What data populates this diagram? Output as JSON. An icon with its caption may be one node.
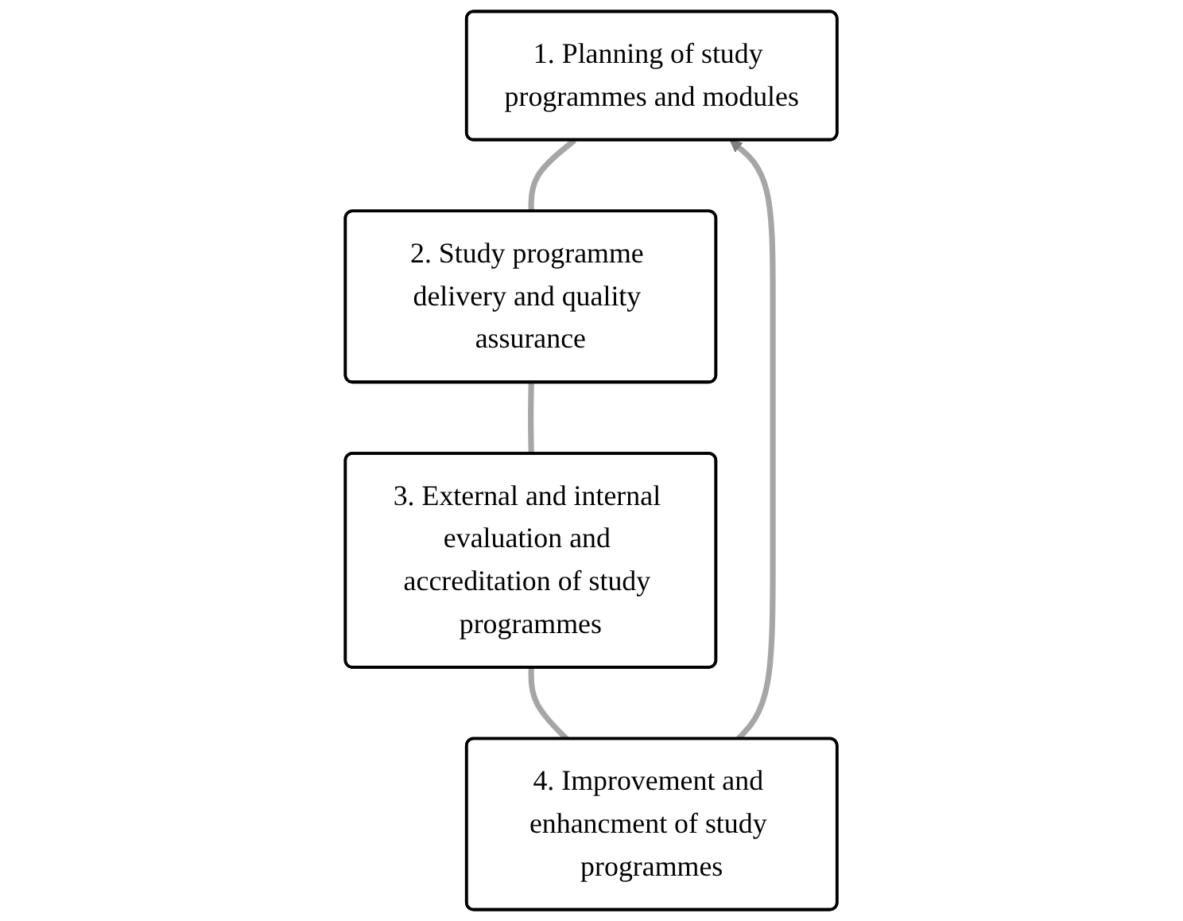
{
  "diagram": {
    "nodes": [
      {
        "text": [
          "1. Planning of study programmes and modules"
        ]
      },
      {
        "text": [
          "2. Study programme delivery and quality assurance"
        ]
      },
      {
        "text": [
          "3. External and internal evaluation and accreditation of study programmes"
        ]
      },
      {
        "text": [
          "4. Improvement and enhancment of study programmes"
        ]
      }
    ],
    "edges": [
      {
        "from": 0,
        "to": 1,
        "arrow": "none"
      },
      {
        "from": 1,
        "to": 2,
        "arrow": "none"
      },
      {
        "from": 2,
        "to": 3,
        "arrow": "none"
      },
      {
        "from": 3,
        "to": 0,
        "arrow": "to"
      }
    ]
  }
}
